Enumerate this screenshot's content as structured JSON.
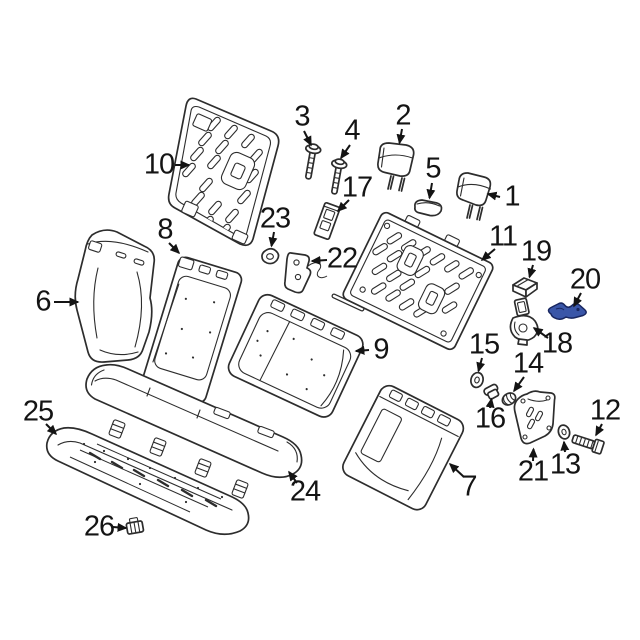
{
  "diagram": {
    "highlight_color": "#3a56a8",
    "highlight_outline": "#18265f",
    "highlighted_callout": "20",
    "callouts": [
      {
        "number": "1",
        "part": "headrest-outer"
      },
      {
        "number": "2",
        "part": "headrest-center"
      },
      {
        "number": "3",
        "part": "screw"
      },
      {
        "number": "4",
        "part": "screw"
      },
      {
        "number": "5",
        "part": "headrest-guide-bezel"
      },
      {
        "number": "6",
        "part": "side-bolster-cushion"
      },
      {
        "number": "7",
        "part": "seat-back-cushion-right"
      },
      {
        "number": "8",
        "part": "seat-back-cushion-left"
      },
      {
        "number": "9",
        "part": "seat-back-cushion-center"
      },
      {
        "number": "10",
        "part": "seat-back-panel"
      },
      {
        "number": "11",
        "part": "seat-back-frame"
      },
      {
        "number": "12",
        "part": "bolt"
      },
      {
        "number": "13",
        "part": "washer"
      },
      {
        "number": "14",
        "part": "grommet"
      },
      {
        "number": "15",
        "part": "grommet"
      },
      {
        "number": "16",
        "part": "clip"
      },
      {
        "number": "17",
        "part": "striker-plate"
      },
      {
        "number": "18",
        "part": "latch"
      },
      {
        "number": "19",
        "part": "latch-cover"
      },
      {
        "number": "20",
        "part": "bracket-highlighted"
      },
      {
        "number": "21",
        "part": "hinge-bracket"
      },
      {
        "number": "22",
        "part": "bracket-with-cable"
      },
      {
        "number": "23",
        "part": "clip"
      },
      {
        "number": "24",
        "part": "seat-cushion"
      },
      {
        "number": "25",
        "part": "seat-cushion-pad"
      },
      {
        "number": "26",
        "part": "clip"
      }
    ]
  }
}
